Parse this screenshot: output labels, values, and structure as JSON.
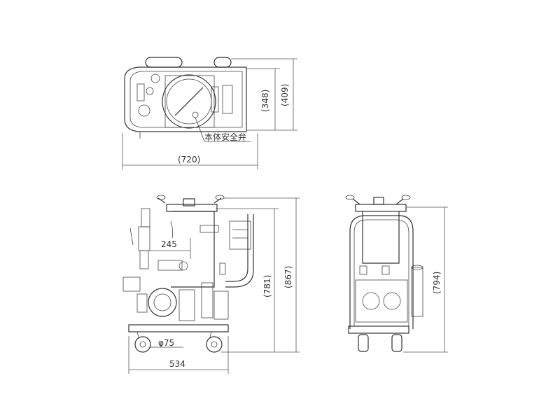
{
  "top_view": {
    "dim_width": "(720)",
    "dim_depth_inner": "(348)",
    "dim_depth_outer": "(409)",
    "callout": "本体安全弁"
  },
  "side_view": {
    "dim_offset": "245",
    "dim_width": "534",
    "dim_wheel": "φ75",
    "dim_height_inner": "(781)",
    "dim_height_outer": "(867)"
  },
  "front_view": {
    "dim_height": "(794)"
  }
}
